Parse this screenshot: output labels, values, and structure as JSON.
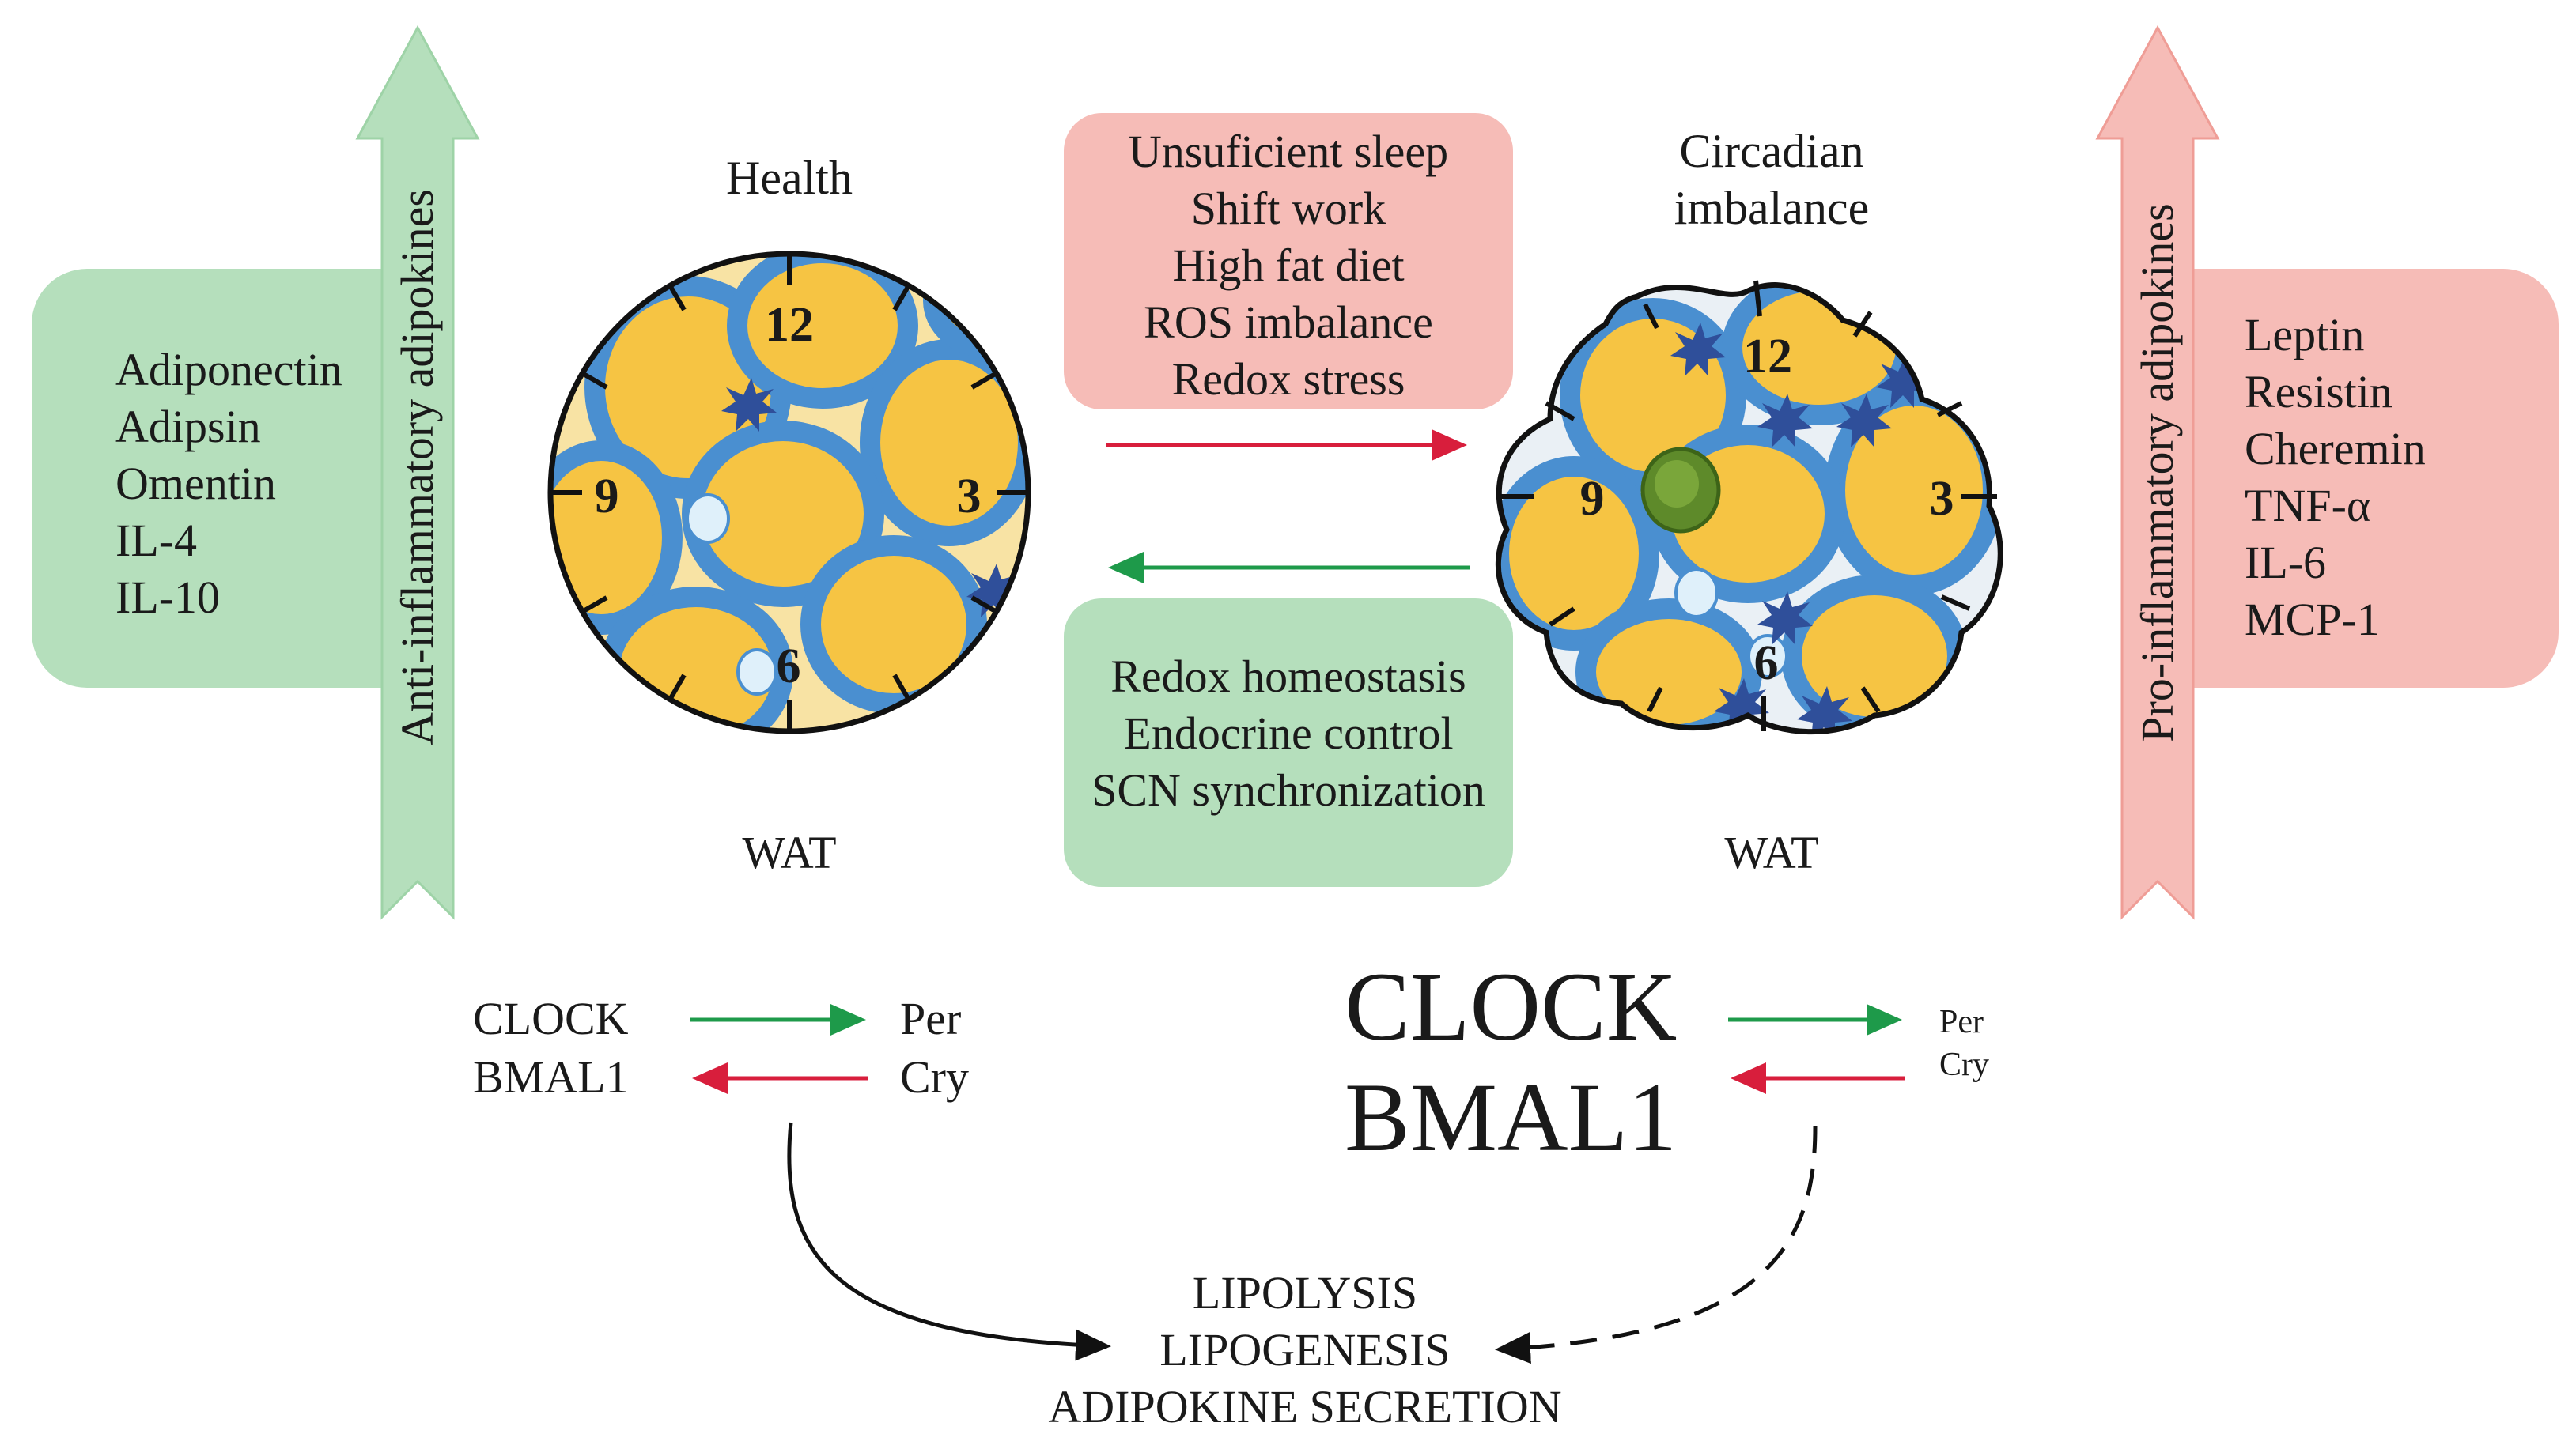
{
  "left_arrow": {
    "label": "Anti-inflammatory adipokines",
    "color": "#b5dfbc"
  },
  "right_arrow": {
    "label": "Pro-inflammatory adipokines",
    "color": "#f6bcb7"
  },
  "anti_inflammatory": {
    "items": [
      "Adiponectin",
      "Adipsin",
      "Omentin",
      "IL-4",
      "IL-10"
    ]
  },
  "pro_inflammatory": {
    "items": [
      "Leptin",
      "Resistin",
      "Cheremin",
      "TNF-α",
      "IL-6",
      "MCP-1"
    ]
  },
  "health": {
    "title": "Health",
    "tissue": "WAT"
  },
  "imbalance": {
    "title": [
      "Circadian",
      "imbalance"
    ],
    "tissue": "WAT"
  },
  "disruptors": {
    "items": [
      "Unsuficient sleep",
      "Shift work",
      "High fat diet",
      "ROS imbalance",
      "Redox stress"
    ],
    "color": "#f6bcb7"
  },
  "restorers": {
    "items": [
      "Redox homeostasis",
      "Endocrine control",
      "SCN synchronization"
    ],
    "color": "#b5dfbc"
  },
  "clock_labels": [
    "12",
    "3",
    "6",
    "9"
  ],
  "left_loop": {
    "activators": [
      "CLOCK",
      "BMAL1"
    ],
    "repressors": [
      "Per",
      "Cry"
    ]
  },
  "right_loop": {
    "activators": [
      "CLOCK",
      "BMAL1"
    ],
    "repressors": [
      "Per",
      "Cry"
    ]
  },
  "outputs": [
    "LIPOLYSIS",
    "LIPOGENESIS",
    "ADIPOKINE SECRETION"
  ],
  "colors": {
    "fat": "#f6c443",
    "membrane": "#4a8fd0",
    "macrophage": "#2f4f9a",
    "activation_arrow": "#1e9a4a",
    "repression_arrow": "#d81e3c"
  }
}
